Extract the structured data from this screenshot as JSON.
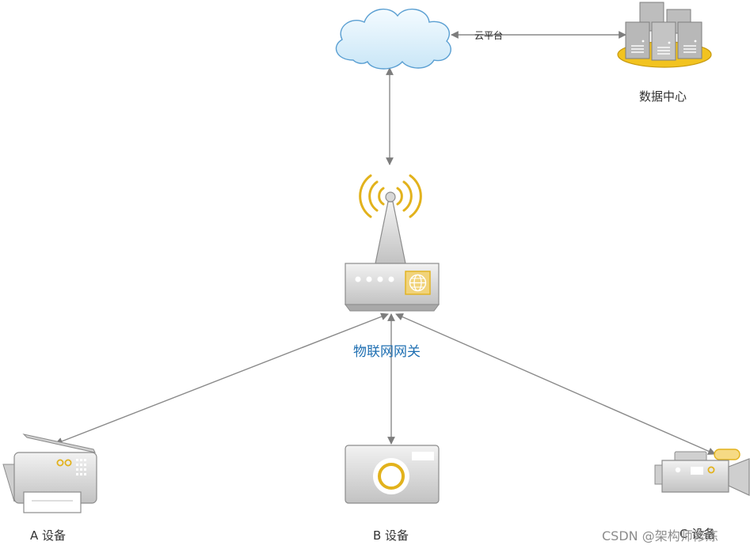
{
  "labels": {
    "cloud_link": "云平台",
    "data_center": "数据中心",
    "gateway": "物联网网关",
    "device_a": "A 设备",
    "device_b": "B 设备",
    "device_c": "C 设备"
  },
  "watermark": "CSDN @架构师修炼",
  "colors": {
    "connector": "#8a8a8a",
    "accent_gold": "#e2b21c",
    "gateway_label": "#1f6fb2",
    "device_gray": "#c8c8c8",
    "cloud_blue": "#bfe0f5"
  },
  "icons": {
    "cloud": "cloud-icon",
    "data_center": "server-rack-icon",
    "gateway": "wireless-router-icon",
    "device_a": "printer-icon",
    "device_b": "camera-icon",
    "device_c": "video-camera-icon"
  }
}
